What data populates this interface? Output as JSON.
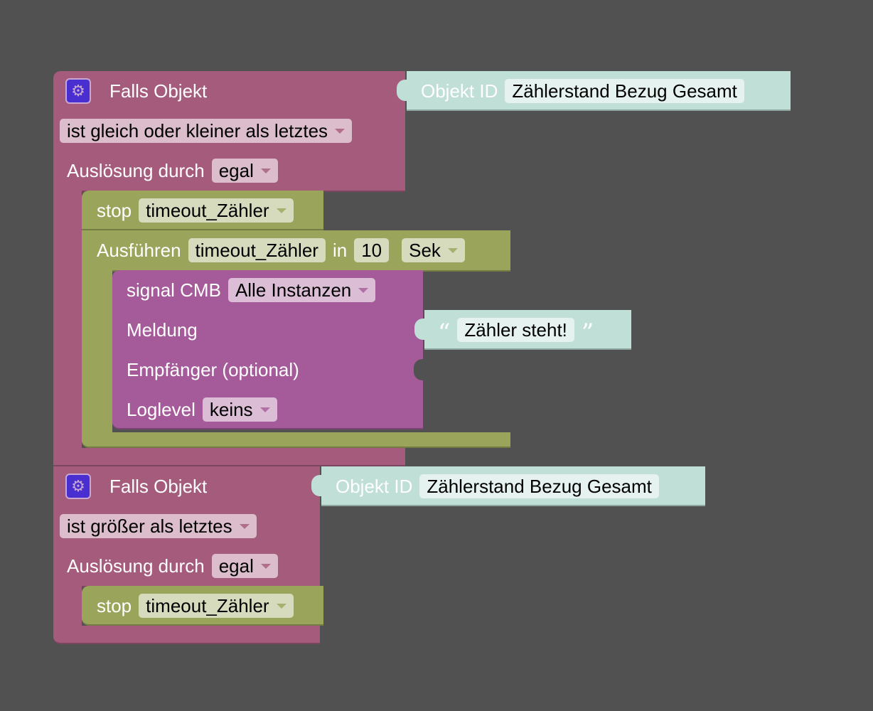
{
  "blocks": {
    "trigger1": {
      "title": "Falls Objekt",
      "condition": "ist gleich oder kleiner als letztes",
      "trigger_label": "Auslösung durch",
      "trigger_value": "egal",
      "object_id_label": "Objekt ID",
      "object_id_value": "Zählerstand Bezug Gesamt"
    },
    "stop1": {
      "label": "stop",
      "value": "timeout_Zähler"
    },
    "timeout": {
      "label": "Ausführen",
      "name": "timeout_Zähler",
      "in_label": "in",
      "delay": "10",
      "unit": "Sek"
    },
    "signal": {
      "label": "signal CMB",
      "instance": "Alle Instanzen",
      "message_label": "Meldung",
      "message_open_quote": "“",
      "message_value": "Zähler steht!",
      "message_close_quote": "”",
      "recipient_label": "Empfänger (optional)",
      "loglevel_label": "Loglevel",
      "loglevel_value": "keins"
    },
    "trigger2": {
      "title": "Falls Objekt",
      "condition": "ist größer als letztes",
      "trigger_label": "Auslösung durch",
      "trigger_value": "egal",
      "object_id_label": "Objekt ID",
      "object_id_value": "Zählerstand Bezug Gesamt"
    },
    "stop2": {
      "label": "stop",
      "value": "timeout_Zähler"
    }
  },
  "colors": {
    "workspace": "#515151",
    "trigger": "#a55b7b",
    "timer": "#9aa55b",
    "signal": "#a55b99",
    "value": "#bfdfd7",
    "gear": "#4a2fd0"
  }
}
